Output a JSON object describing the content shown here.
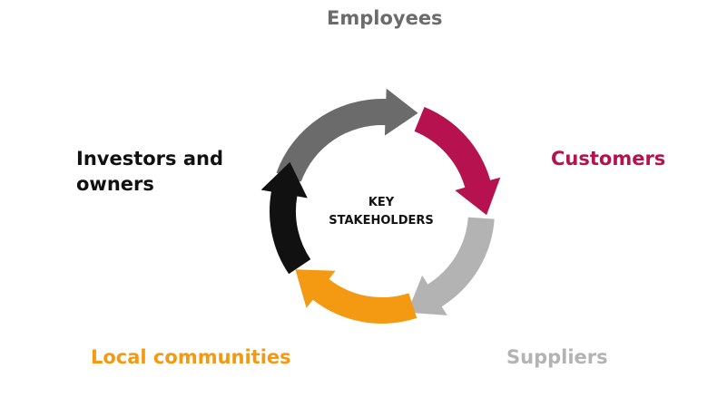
{
  "center": {
    "line1": "KEY",
    "line2": "STAKEHOLDERS"
  },
  "stakeholders": [
    {
      "id": "employees",
      "label": "Employees",
      "color": "#6b6b6b"
    },
    {
      "id": "customers",
      "label": "Customers",
      "color": "#b5124f"
    },
    {
      "id": "suppliers",
      "label": "Suppliers",
      "color": "#b3b3b3"
    },
    {
      "id": "local-communities",
      "label": "Local communities",
      "color": "#f39a12"
    },
    {
      "id": "investors-owners",
      "label": "Investors and owners",
      "color": "#111111"
    }
  ]
}
